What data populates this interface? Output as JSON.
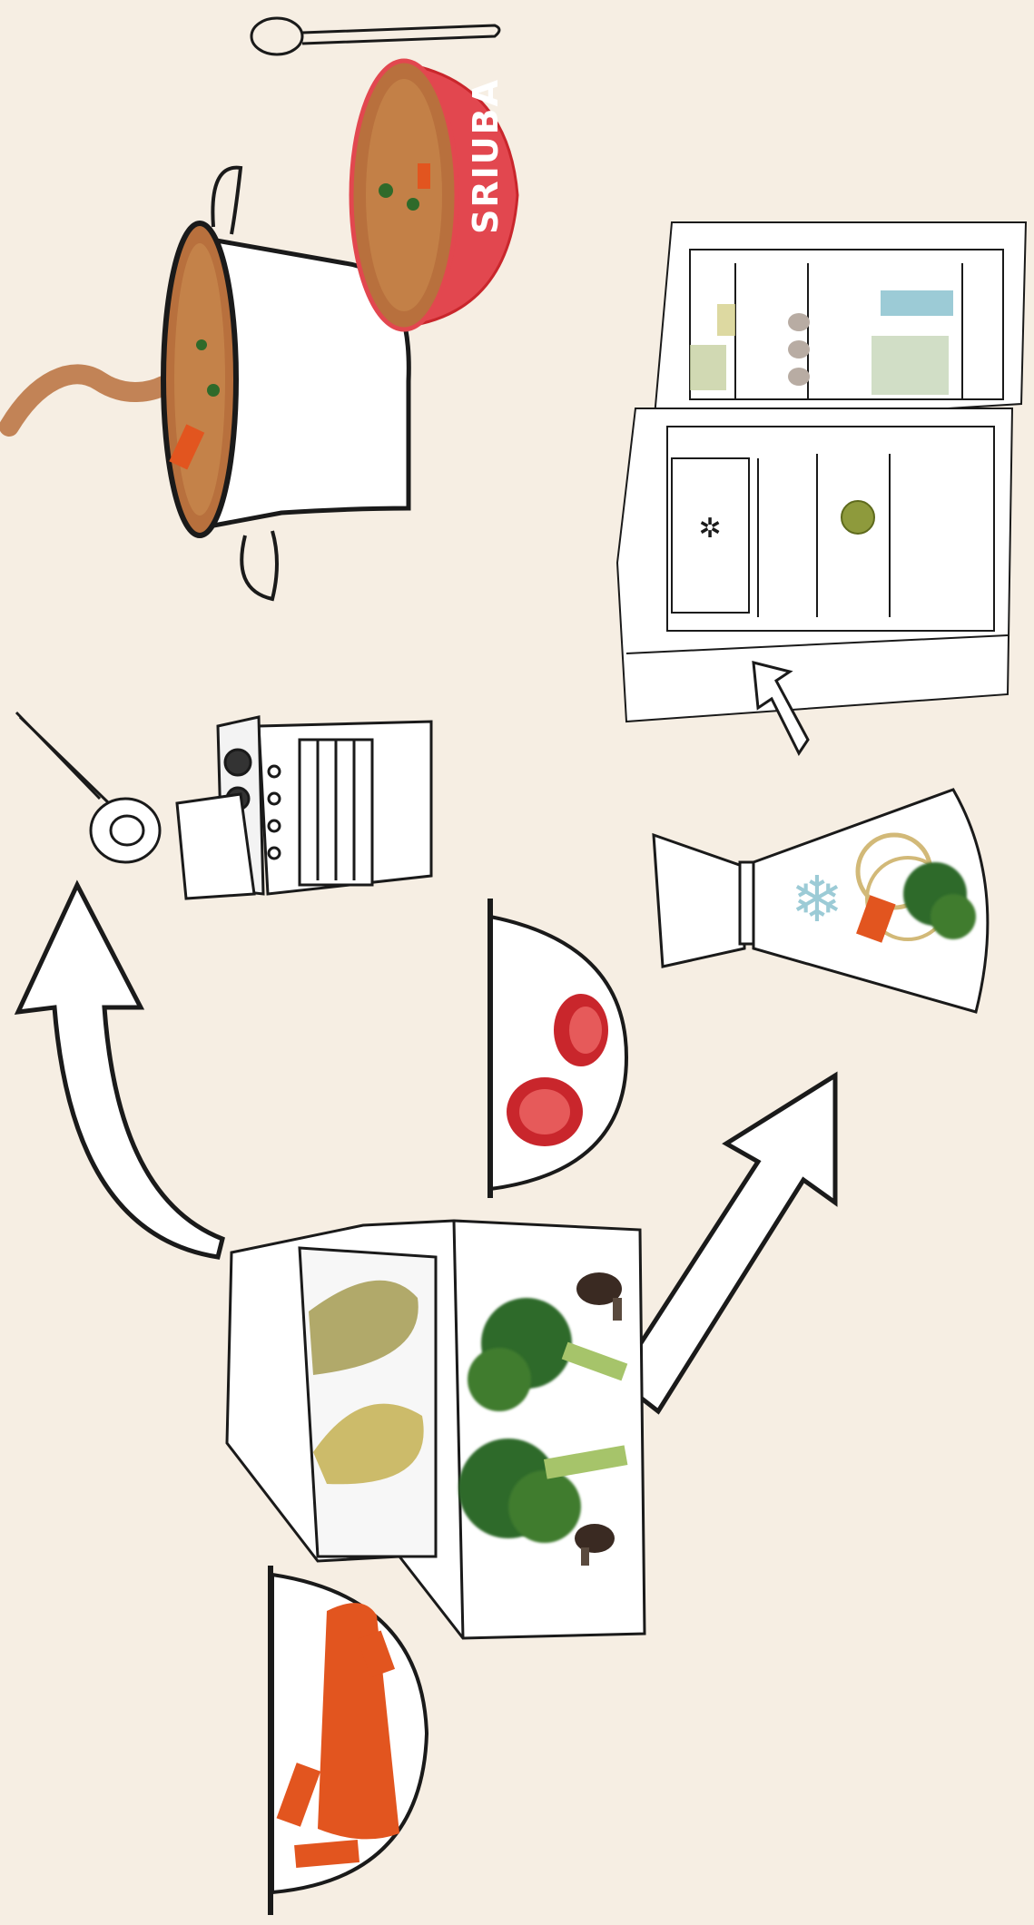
{
  "illustration": {
    "bowl_label": "SRIUBA",
    "colors": {
      "background": "#f6eee3",
      "bowl_red": "#e2474f",
      "soup_brown": "#b8703d",
      "broccoli_green": "#2f6a2a",
      "carrot_orange": "#e2551f",
      "tomato_red": "#c9262c",
      "ice_blue": "#9ccbd6",
      "potato_yellow": "#c7b45a",
      "outline": "#1a1a1a"
    },
    "icons": [
      "soup-pot",
      "soup-bowl",
      "spoon",
      "stove",
      "ladle",
      "fridge",
      "snowflake",
      "freezer-bag",
      "cutting-board",
      "broccoli",
      "mushroom",
      "carrot",
      "tomato",
      "potato",
      "arrow"
    ]
  }
}
